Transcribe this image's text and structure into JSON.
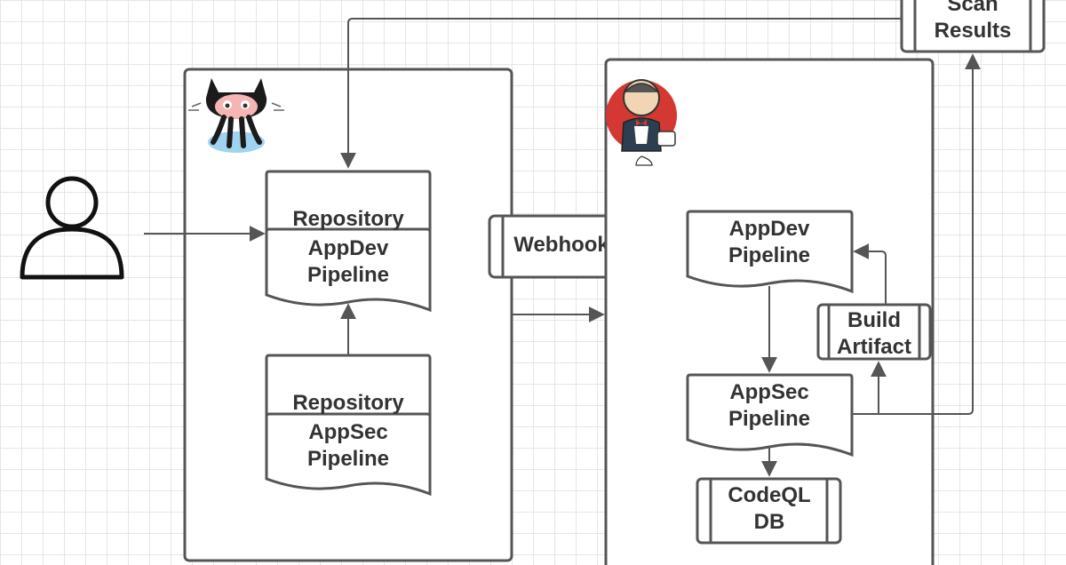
{
  "actor": {
    "icon": "user-icon"
  },
  "github_panel": {
    "logo": "github-octocat-icon",
    "repo_appdev": {
      "title": "Repository",
      "line1": "AppDev",
      "line2": "Pipeline"
    },
    "repo_appsec": {
      "title": "Repository",
      "line1": "AppSec",
      "line2": "Pipeline"
    }
  },
  "webhook": {
    "label": "Webhook"
  },
  "jenkins_panel": {
    "logo": "jenkins-butler-icon",
    "appdev_pipeline": {
      "line1": "AppDev",
      "line2": "Pipeline"
    },
    "appsec_pipeline": {
      "line1": "AppSec",
      "line2": "Pipeline"
    },
    "build_artifact": {
      "line1": "Build",
      "line2": "Artifact"
    },
    "codeql_db": {
      "line1": "CodeQL",
      "line2": "DB"
    }
  },
  "scan_results": {
    "line1": "Scan",
    "line2": "Results"
  },
  "colors": {
    "stroke": "#555555",
    "text": "#333333",
    "jenkins_red": "#d33833",
    "octocat_pink": "#f5b5b5"
  }
}
